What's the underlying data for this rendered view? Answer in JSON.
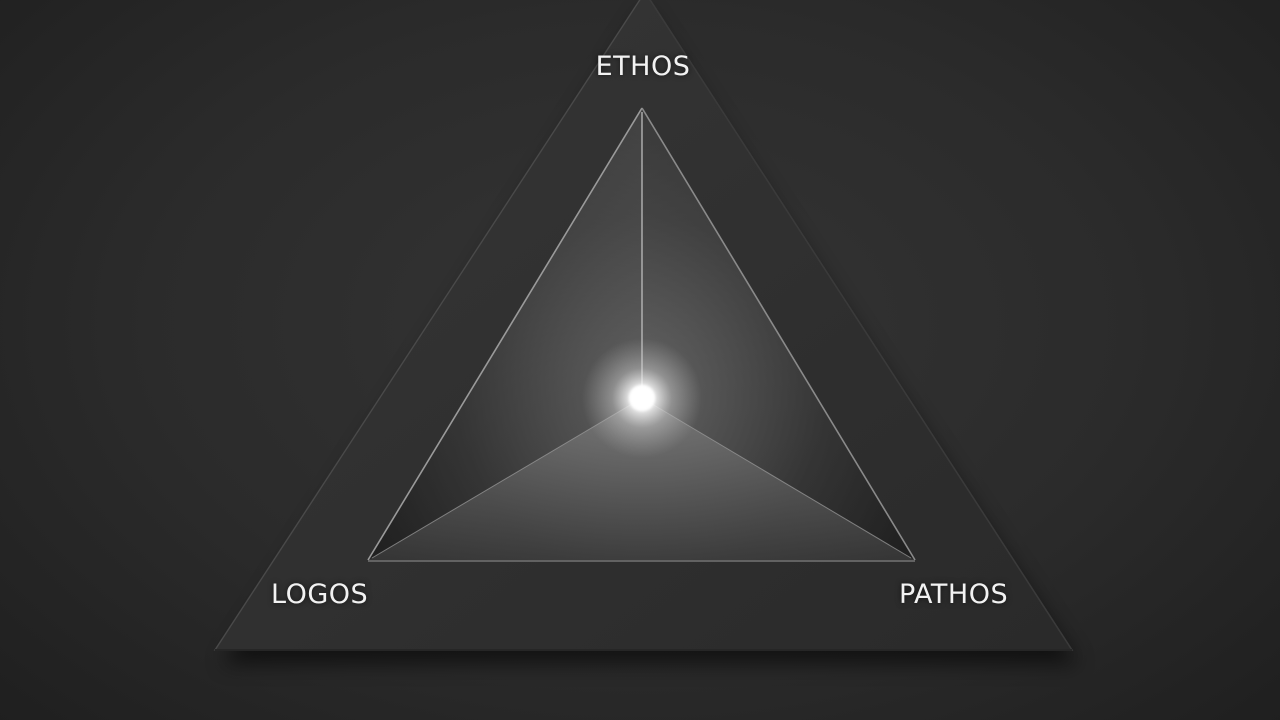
{
  "diagram": {
    "labels": {
      "top": "ETHOS",
      "bottom_left": "LOGOS",
      "bottom_right": "PATHOS"
    }
  },
  "colors": {
    "background": "#2b2b2b",
    "frame": "#303030",
    "label_text": "#f2f2f2",
    "glow": "#ffffff"
  }
}
